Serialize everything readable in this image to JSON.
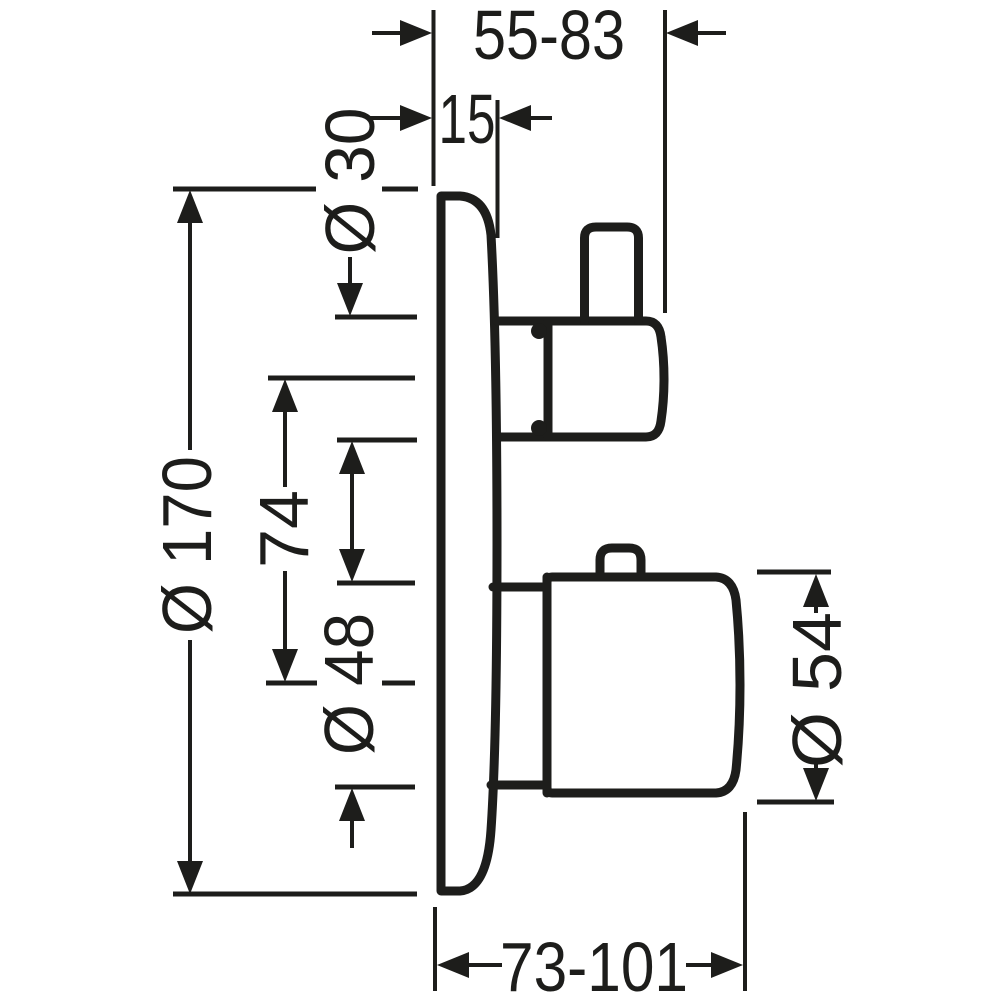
{
  "drawing": {
    "background_color": "#ffffff",
    "line_color": "#1d1d1b",
    "view": "side-elevation technical drawing of a concealed thermostatic mixing valve with two handles",
    "dimensions": {
      "depth_top": "55-83",
      "plate_offset": "15",
      "plate_diameter": "Ø 170",
      "handle_spacing": "74",
      "upper_handle_diameter": "Ø 30",
      "lower_base_diameter": "Ø 48",
      "lower_handle_diameter": "Ø 54",
      "depth_bottom": "73-101"
    }
  }
}
